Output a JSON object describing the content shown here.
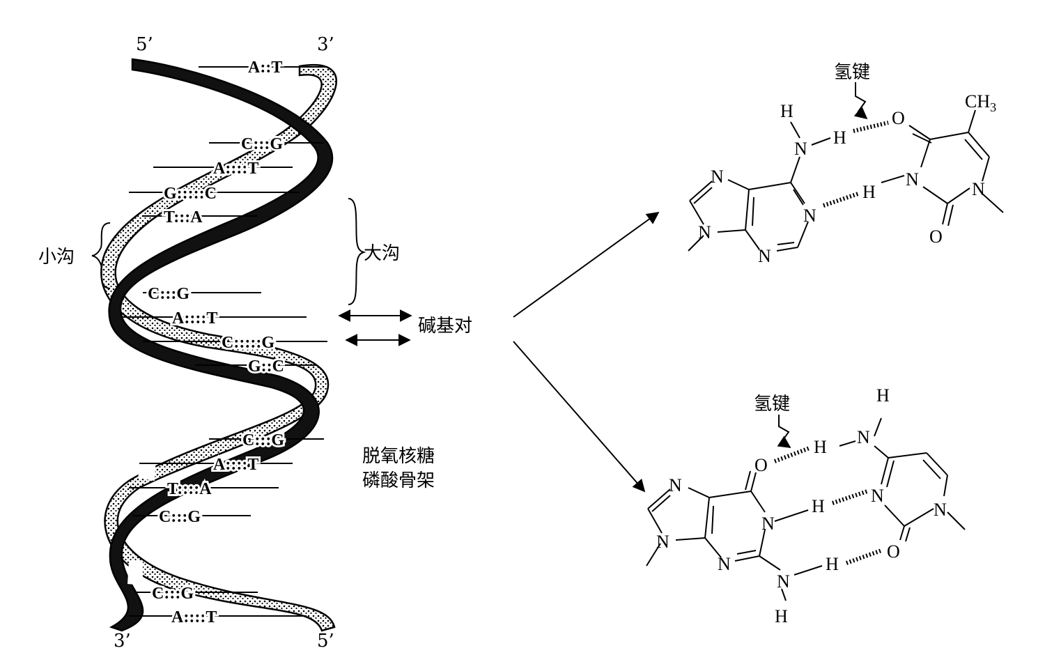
{
  "helix": {
    "top_left_end": "5’",
    "top_right_end": "3’",
    "bottom_left_end": "3’",
    "bottom_right_end": "5’",
    "minor_groove": "小沟",
    "major_groove": "大沟",
    "base_pair_label": "碱基对",
    "backbone_label_line1": "脱氧核糖",
    "backbone_label_line2": "磷酸骨架",
    "base_pairs": [
      {
        "left": "A",
        "bond": "::",
        "right": "T"
      },
      {
        "left": "C",
        "bond": ":::",
        "right": "G"
      },
      {
        "left": "A",
        "bond": "::::",
        "right": "T"
      },
      {
        "left": "G",
        "bond": ":::::",
        "right": "C"
      },
      {
        "left": "T",
        "bond": ":::",
        "right": "A"
      },
      {
        "left": "C",
        "bond": ":::",
        "right": "G"
      },
      {
        "left": "A",
        "bond": "::::",
        "right": "T"
      },
      {
        "left": "C",
        "bond": ":::::",
        "right": "G"
      },
      {
        "left": "G",
        "bond": "::",
        "right": "C"
      },
      {
        "left": "C",
        "bond": ":::",
        "right": "G"
      },
      {
        "left": "A",
        "bond": "::::",
        "right": "T"
      },
      {
        "left": "T",
        "bond": "::::",
        "right": "A"
      },
      {
        "left": "C",
        "bond": ":::",
        "right": "G"
      },
      {
        "left": "C",
        "bond": ":::",
        "right": "G"
      },
      {
        "left": "A",
        "bond": "::::",
        "right": "T"
      }
    ]
  },
  "at_pair": {
    "hbond_label": "氢键",
    "atoms": {
      "N": "N",
      "H": "H",
      "O": "O",
      "CH3_main": "CH",
      "CH3_sub": "3"
    }
  },
  "gc_pair": {
    "hbond_label": "氢键",
    "atoms": {
      "N": "N",
      "H": "H",
      "O": "O"
    }
  }
}
